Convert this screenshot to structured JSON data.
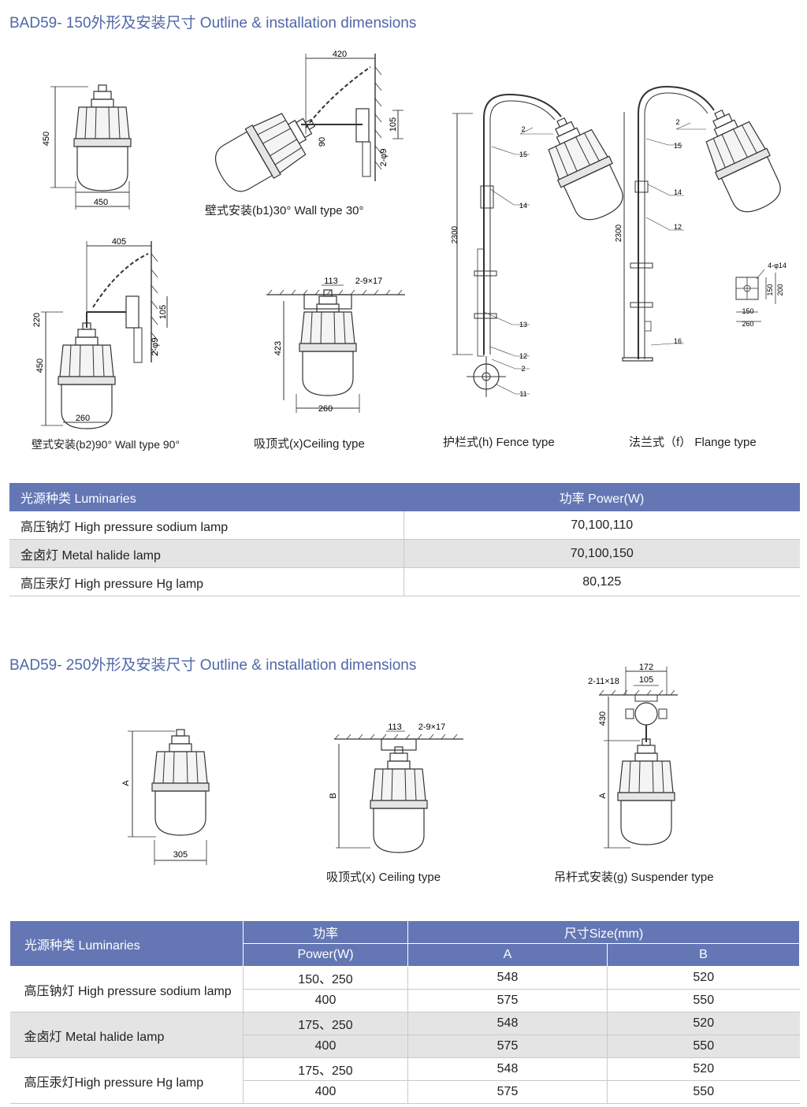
{
  "section1": {
    "title": "BAD59- 150外形及安装尺寸 Outline & installation dimensions",
    "captions": {
      "wall30": "壁式安装(b1)30°    Wall type 30°",
      "wall90": "壁式安装(b2)90°    Wall type 90°",
      "ceiling": "吸顶式(x)Ceiling type",
      "fence": "护栏式(h) Fence type",
      "flange": "法兰式（f） Flange type"
    },
    "dims": {
      "pend_h": "450",
      "pend_w": "450",
      "w30_top": "420",
      "w30_105": "105",
      "w30_90": "90",
      "w30_hole": "2-φ9",
      "w90_top": "405",
      "w90_220": "220",
      "w90_105": "105",
      "w90_hole": "2-φ9",
      "w90_450": "450",
      "w90_260": "260",
      "ceil_113": "113",
      "ceil_hole": "2-9×17",
      "ceil_423": "423",
      "ceil_260": "260",
      "fence_2300": "2300",
      "fence_2": "2",
      "fence_15": "15",
      "fence_14": "14",
      "fence_13": "13",
      "fence_12": "12",
      "fence_2b": "2",
      "fence_11": "11",
      "fl_2300": "2300",
      "fl_2": "2",
      "fl_15": "15",
      "fl_14": "14",
      "fl_12": "12",
      "fl_16": "16",
      "fl_hole": "4-φ14",
      "fl_150v": "150",
      "fl_200v": "200",
      "fl_150h": "150",
      "fl_260h": "260"
    },
    "table": {
      "headers": [
        "光源种类 Luminaries",
        "功率 Power(W)"
      ],
      "rows": [
        {
          "lamp": "高压钠灯 High pressure sodium lamp",
          "power": "70,100,110"
        },
        {
          "lamp": "金卤灯 Metal halide lamp",
          "power": "70,100,150"
        },
        {
          "lamp": "高压汞灯 High pressure Hg lamp",
          "power": "80,125"
        }
      ]
    }
  },
  "section2": {
    "title": "BAD59- 250外形及安装尺寸 Outline & installation dimensions",
    "captions": {
      "ceiling": "吸顶式(x) Ceiling type",
      "suspender": "吊杆式安装(g) Suspender type"
    },
    "dims": {
      "pend_a": "A",
      "pend_305": "305",
      "ceil_113": "113",
      "ceil_hole": "2-9×17",
      "ceil_b": "B",
      "sus_172": "172",
      "sus_hole": "2-11×18",
      "sus_105": "105",
      "sus_430": "430",
      "sus_a": "A"
    },
    "table": {
      "header_lamp": "光源种类 Luminaries",
      "header_power_cn": "功率",
      "header_power_en": "Power(W)",
      "header_size": "尺寸Size(mm)",
      "header_a": "A",
      "header_b": "B",
      "groups": [
        {
          "lamp": "高压钠灯 High pressure sodium lamp",
          "rows": [
            {
              "power": "150、250",
              "a": "548",
              "b": "520"
            },
            {
              "power": "400",
              "a": "575",
              "b": "550"
            }
          ]
        },
        {
          "lamp": "金卤灯     Metal halide lamp",
          "rows": [
            {
              "power": "175、250",
              "a": "548",
              "b": "520"
            },
            {
              "power": "400",
              "a": "575",
              "b": "550"
            }
          ]
        },
        {
          "lamp": "高压汞灯High pressure Hg lamp",
          "rows": [
            {
              "power": "175、250",
              "a": "548",
              "b": "520"
            },
            {
              "power": "400",
              "a": "575",
              "b": "550"
            }
          ]
        }
      ]
    }
  }
}
